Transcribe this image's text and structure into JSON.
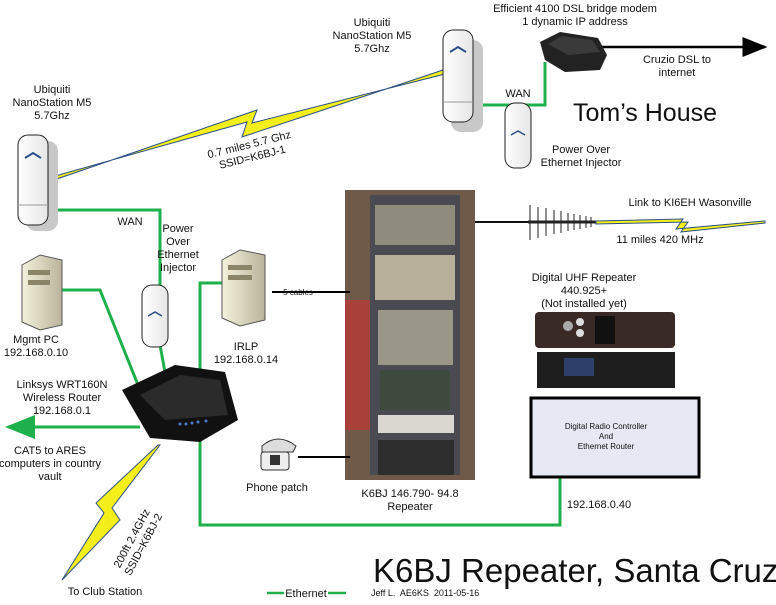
{
  "remote_nanostation": {
    "lines": [
      "Ubiquiti",
      "NanoStation M5",
      "5.7Ghz"
    ]
  },
  "home_nanostation": {
    "lines": [
      "Ubiquiti",
      "NanoStation M5",
      "5.7Ghz"
    ]
  },
  "link_5ghz": {
    "lines": [
      "0.7 miles 5.7 Ghz",
      "SSID=K6BJ-1"
    ]
  },
  "dsl_modem": {
    "lines": [
      "Efficient 4100 DSL bridge modem",
      "1 dynamic IP address"
    ]
  },
  "internet": {
    "lines": [
      "Cruzio DSL to",
      "internet"
    ]
  },
  "home_wan_label": "WAN",
  "home_poe": {
    "lines": [
      "Power Over",
      "Ethernet Injector"
    ]
  },
  "home_title": "Tom’s House",
  "site_wan_label": "WAN",
  "site_poe": {
    "lines": [
      "Power",
      "Over",
      "Ethernet",
      "Injector"
    ]
  },
  "mgmt_pc": {
    "lines": [
      "Mgmt PC",
      "192.168.0.10"
    ]
  },
  "irlp": {
    "lines": [
      "IRLP",
      "192.168.0.14"
    ]
  },
  "cables_label": "5 cables",
  "router": {
    "lines": [
      "Linksys WRT160N",
      "Wireless Router",
      "192.168.0.1"
    ]
  },
  "ares": {
    "lines": [
      "CAT5 to ARES",
      "computers in country",
      "vault"
    ]
  },
  "link_24ghz": {
    "lines": [
      "200ft 2.4GHz",
      "SSID=K6BJ-2"
    ]
  },
  "club_station": "To Club Station",
  "phone_patch": "Phone patch",
  "repeater": {
    "lines": [
      "K6BJ 146.790- 94.8",
      "Repeater"
    ]
  },
  "uhf_link": {
    "lines": [
      "Link to KI6EH Wasonville",
      "11 miles 420 MHz"
    ]
  },
  "digital_uhf": {
    "lines": [
      "Digital UHF Repeater",
      "440.925+",
      "(Not installed yet)"
    ]
  },
  "controller": {
    "lines": [
      "Digital Radio Controller",
      "And",
      "Ethernet Router"
    ]
  },
  "controller_ip": "192.168.0.40",
  "title": "K6BJ Repeater, Santa Cruz",
  "legend": {
    "ethernet": "Ethernet"
  },
  "author": "Jeff L.  AE6KS  2011-05-16",
  "colors": {
    "ethernet": "#1db04b",
    "wireless": "#f4ee1a",
    "wireless_edge": "#2b4f86",
    "controller_fill": "#e6e8f4"
  }
}
